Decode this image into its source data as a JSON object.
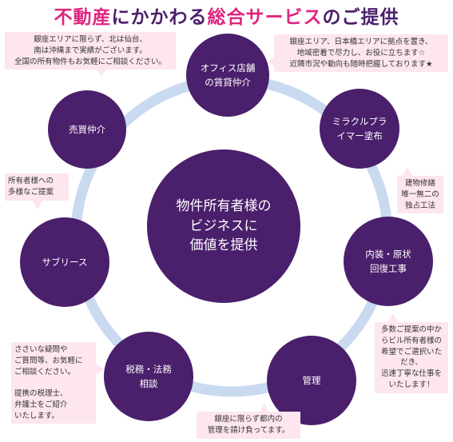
{
  "title": {
    "part1": "不動産",
    "part2": "にかかわる",
    "part3": "総合サービス",
    "part4": "のご提供"
  },
  "center": {
    "label": "物件所有者様の\nビジネスに\n価値を提供"
  },
  "services": [
    {
      "id": "office",
      "label": "オフィス店舗\nの賃貸仲介"
    },
    {
      "id": "miracle",
      "label": "ミラクルプラ\nイマー塗布"
    },
    {
      "id": "interior",
      "label": "内装・原状\n回復工事"
    },
    {
      "id": "management",
      "label": "管理"
    },
    {
      "id": "tax",
      "label": "税務・法務\n相談"
    },
    {
      "id": "sublease",
      "label": "サブリース"
    },
    {
      "id": "sales",
      "label": "売買仲介"
    }
  ],
  "notes": {
    "sales": "銀座エリアに限らず、北は仙台、\n南は沖縄まで実績がございます。\n全国の所有物件もお気軽にご相談ください。",
    "office": "銀座エリア、日本橋エリアに拠点を置き、\n地域密着で尽力し、お役に立ちます☆\n近隣市況や動向も随時把握しております★",
    "sublease": "所有者様への\n多様なご提案",
    "miracle": "建物修繕\n唯一無二の\n独占工法",
    "interior": "多数ご提案の中か\nらビル所有者様の\n希望でご選択いた\nだき、\n迅速丁寧な仕事を\nいたします！",
    "tax": "ささいな疑問や\nご質問等、お気軽に\nご相談ください。\n\n提携の税理士、\n弁護士をご紹介\nいたします。",
    "management": "銀座に限らず都内の\n管理を請け負ってます。"
  },
  "colors": {
    "node": "#4a1f6b",
    "ring": "#c9daf0",
    "note_bg": "#fde6ef",
    "title_pink": "#e0247e",
    "title_purple": "#4b1e6b"
  }
}
